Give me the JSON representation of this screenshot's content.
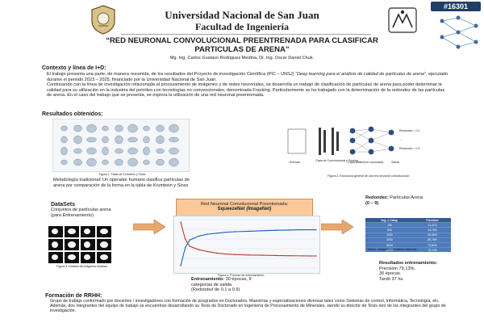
{
  "header": {
    "poster_number": "#16301",
    "university": "Universidad Nacional de San Juan",
    "faculty": "Facultad de Ingeniería",
    "title_line1": "“RED NEURONAL CONVOLUCIONAL PREENTRENADA PARA CLASIFICAR",
    "title_line2": "PARTICULAS DE ARENA”",
    "authors": "Mg. Ing. Carlos Gustavo Rodriguez Medina, Dr. Ing. Oscar Daniel Chuk."
  },
  "context": {
    "heading": "Contexto y línea de I+D:",
    "p1_a": "El trabajo presenta una parte, de manera resumida, de los resultados del Proyecto de investigación Científica (PIC – UNSJ)",
    "p1_b": "“Deep learning para el análisis de calidad de partículas de arena”",
    "p1_c": ", ejecutado durante el periodo 2023 – 2025, financiado por la Universidad Nacional de San Juan.",
    "p2": "Continuando con la línea de investigación relacionada al procesamiento de imágenes y de redes neuronales, se desarrolla un trabajo de clasificación de partículas de arena para poder determinar la calidad para su utilización en la industria del petróleo con tecnologías no convencionales, denominada Fracking. Particularmente se ha trabajado con la determinación de la redondez de las partículas de arena. En el caso del trabajo que se presenta, se explora la utilización de una red neuronal preentrenada."
  },
  "results": {
    "heading": "Resultados obtenidos:",
    "fig1_caption": "Figura 1. Tabla de Krumbein y Sloss.",
    "method_text": "Metodología tradicional: Un operador humano clasifica partículas de arena por comparación de la forma en la tabla de Krumbein y Sloss",
    "fig2_caption": "Figura 2. Estructura general de una red neuronal convolucional.",
    "fig2_labels": {
      "entrada": "Entrada",
      "conv": "Capa de Convolucional y Pooling",
      "fc": "Capa totalmente conectada",
      "salida": "Salida"
    },
    "fig2_outputs": [
      "Redondez = 0.1",
      "Redondez = 0.9"
    ],
    "fig2_dots": "..."
  },
  "datasets": {
    "heading": "DataSets",
    "text_1": "Conjuntos de partículas arena",
    "text_2": "(para Entrenamiento)",
    "fig3_caption": "Figura 3. Dataset de imágenes binarias."
  },
  "cnn": {
    "box_line1": "Red Neuronal Convolucional Preentrenada:",
    "box_line2_a": "SqueezeNet ",
    "box_line2_b": "(ImageNet)",
    "fig4_caption": "Figura 4. Proceso de entrenamiento.",
    "train_label": "Entrenamiento:",
    "train_text_1": " 30 épocas, 9",
    "train_text_2": "categorías de salida",
    "train_text_3": "(Redondez de 0.1 a 0.9)"
  },
  "right": {
    "redondez_label": "Redondez:",
    "redondez_rest": " Partículas Arena",
    "redondez_range": "(0 – 9)",
    "table_caption": "Tabla 1. Datasets y precisión obtenida.",
    "table_headers": [
      "Img. x Categ.",
      "Precisión"
    ],
    "table_rows": [
      [
        "100",
        "11,11%"
      ],
      [
        "500",
        "14,76%"
      ],
      [
        "1000",
        "40,46%"
      ],
      [
        "3000",
        "69,76%"
      ],
      [
        "6000",
        "73,80%"
      ],
      [
        "12000",
        "79,13%"
      ]
    ],
    "results_heading": "Resultados entrenamiento:",
    "results_line1": "Precisión 79,13%.",
    "results_line2": "30 épocas.",
    "results_line3": "Tardó 37 hs."
  },
  "rrhh": {
    "heading": "Formación de RRHH:",
    "text": "Grupo de trabajo conformado por docentes / investigadores con formación de posgrados en Doctorados, Maestrías y especializaciones diversas tales como Sistemas de control, Informática, Tecnología, etc. Además, dos integrantes del equipo de trabajo se encuentran desarrollando su Tesis de Doctorado en Ingeniería de Procesamiento de Minerales, siendo su director de Tesis otro de los integrantes del grupo de investigación."
  },
  "chart_data": {
    "type": "line",
    "title": "",
    "xlabel": "",
    "ylabel": "",
    "x": [
      0,
      1,
      2,
      4,
      6,
      8,
      10,
      12,
      15,
      18,
      21,
      24,
      27,
      30
    ],
    "series": [
      {
        "values": [
          5,
          42,
          58,
          66,
          70,
          72,
          74,
          75,
          76,
          77,
          78,
          78.5,
          79,
          79.13
        ],
        "color": "#1f5fbf"
      },
      {
        "values": [
          95,
          60,
          45,
          38,
          34,
          31,
          29,
          28,
          27,
          26.5,
          26,
          25.5,
          25.2,
          25
        ],
        "color": "#c0392b"
      }
    ],
    "xlim": [
      0,
      30
    ],
    "ylim": [
      0,
      100
    ],
    "grid": true
  }
}
